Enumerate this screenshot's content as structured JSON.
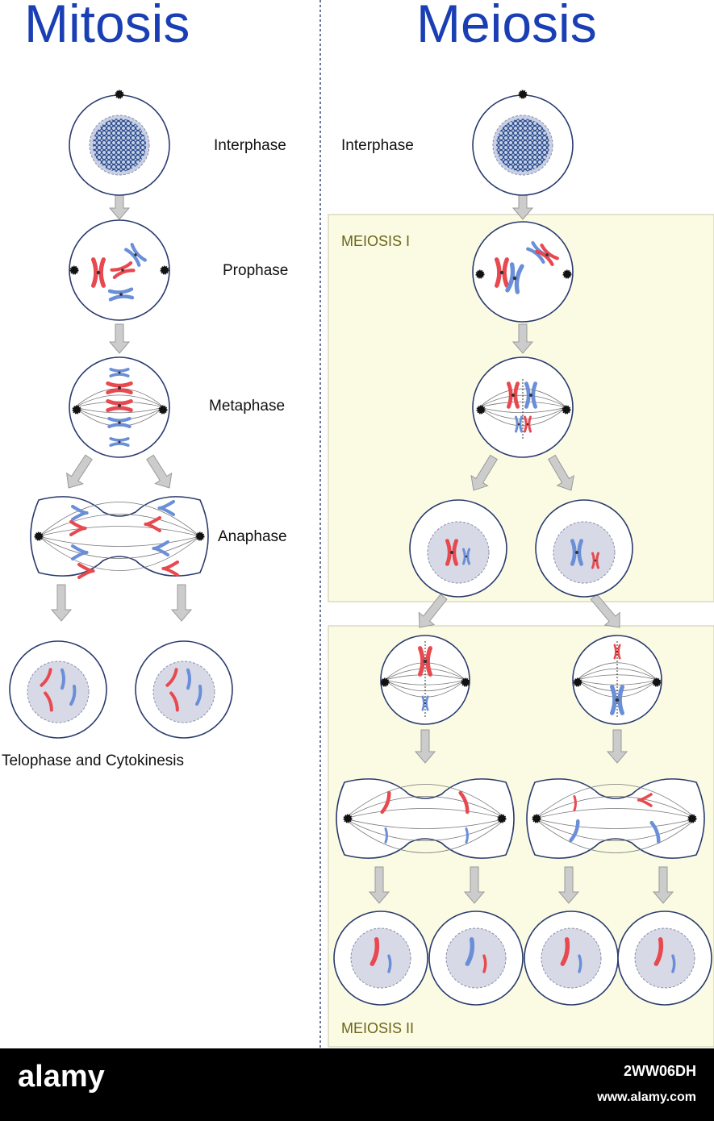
{
  "mitosis": {
    "title": "Mitosis",
    "stages": {
      "interphase": "Interphase",
      "prophase": "Prophase",
      "metaphase": "Metaphase",
      "anaphase": "Anaphase",
      "telophase": "Telophase and Cytokinesis"
    }
  },
  "meiosis": {
    "title": "Meiosis",
    "interphase": "Interphase",
    "section1": "MEIOSIS I",
    "section2": "MEIOSIS II"
  },
  "footer": {
    "brand": "alamy",
    "image_id": "2WW06DH",
    "url": "www.alamy.com"
  },
  "colors": {
    "title": "#1a3fb5",
    "chromosome_red": "#e8484f",
    "chromosome_blue": "#6a8fd8",
    "meiosis_panel": "#fbfbe3",
    "section_label": "#6b6418",
    "arrow": "#cccccc"
  }
}
